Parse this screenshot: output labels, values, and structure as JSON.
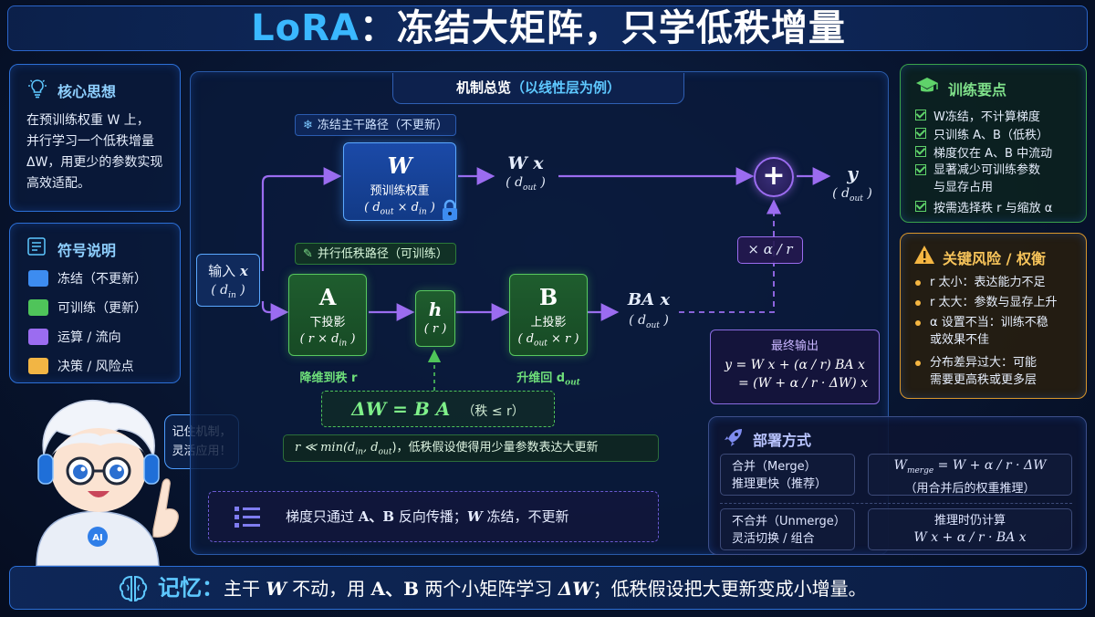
{
  "title": {
    "part1": "LoRA",
    "part2": "：冻结大矩阵，只学低秩增量"
  },
  "core": {
    "title": "核心思想",
    "lines": [
      "在预训练权重 W 上，",
      "并行学习一个低秩增量",
      "ΔW，用更少的参数实现",
      "高效适配。"
    ]
  },
  "legend": {
    "title": "符号说明",
    "items": [
      {
        "label": "冻结（不更新）",
        "color": "#3d8cf0"
      },
      {
        "label": "可训练（更新）",
        "color": "#4fc45a"
      },
      {
        "label": "运算 / 流向",
        "color": "#9b6cf0"
      },
      {
        "label": "决策 / 风险点",
        "color": "#f2b544"
      }
    ]
  },
  "mechanism": {
    "title": "机制总览",
    "subtitle": "（以线性层为例）",
    "frozen_tag": "冻结主干路径（不更新）",
    "lowrank_tag": "并行低秩路径（可训练）",
    "input": {
      "label": "输入",
      "var": "x",
      "dim": "( d",
      "dim_sub": "in",
      "dim_end": " )"
    },
    "W": {
      "name": "W",
      "desc": "预训练权重",
      "dim": "( d",
      "dim_sub1": "out",
      "dim_mid": " × d",
      "dim_sub2": "in",
      "dim_end": " )"
    },
    "Wx": {
      "name": "W x",
      "dim": "( d",
      "dim_sub": "out",
      "dim_end": " )"
    },
    "A": {
      "name": "A",
      "desc": "下投影",
      "dim": "( r × d",
      "dim_sub": "in",
      "dim_end": " )"
    },
    "h": {
      "name": "h",
      "dim": "( r )"
    },
    "B": {
      "name": "B",
      "desc": "上投影",
      "dim": "( d",
      "dim_sub": "out",
      "dim_end": " × r )"
    },
    "BAx": {
      "name": "BA x",
      "dim": "( d",
      "dim_sub": "out",
      "dim_end": " )"
    },
    "plus": "+",
    "y": {
      "name": "y",
      "dim": "( d",
      "dim_sub": "out",
      "dim_end": " )"
    },
    "scale": "× α / r",
    "reduce_caption": "降维到秩 r",
    "raise_caption": "升维回 d",
    "raise_sub": "out",
    "delta_formula": "ΔW = B A",
    "delta_note": "（秩 ≤ r）",
    "lowrank_note_pre": "r ≪ min(d",
    "lowrank_note_sub1": "in",
    "lowrank_note_mid": ", d",
    "lowrank_note_sub2": "out",
    "lowrank_note_post": ")，低秩假设使得用少量参数表达大更新",
    "final_title": "最终输出",
    "final_line1": "y = W x + (α / r) BA x",
    "final_line2": "= (W + α / r · ΔW) x",
    "gradient_note_pre": "梯度只通过 ",
    "gradient_note_ab": "A、B",
    "gradient_note_mid": " 反向传播；",
    "gradient_note_w": "W",
    "gradient_note_post": " 冻结，不更新"
  },
  "training": {
    "title": "训练要点",
    "items": [
      "W冻结，不计算梯度",
      "只训练 A、B（低秩）",
      "梯度仅在 A、B 中流动",
      "显著减少可训练参数",
      "按需选择秩 r 与缩放 α"
    ],
    "item4_cont": "与显存占用"
  },
  "risks": {
    "title": "关键风险 / 权衡",
    "items": [
      [
        "r 太小：表达能力不足"
      ],
      [
        "r 太大：参数与显存上升"
      ],
      [
        "α 设置不当：训练不稳",
        "或效果不佳"
      ],
      [
        "分布差异过大：可能",
        "需要更高秩或更多层"
      ]
    ]
  },
  "deploy": {
    "title": "部署方式",
    "merge_label": "合并（Merge）",
    "merge_desc": "推理更快（推荐）",
    "merge_formula_pre": "W",
    "merge_formula_sub": "merge",
    "merge_formula_post": " = W + α / r · ΔW",
    "merge_formula_note": "（用合并后的权重推理）",
    "unmerge_label": "不合并（Unmerge）",
    "unmerge_desc": "灵活切换 / 组合",
    "unmerge_formula_title": "推理时仍计算",
    "unmerge_formula": "W x + α / r · BA x"
  },
  "mascot": {
    "bubble_line1": "记住机制，",
    "bubble_line2": "灵活应用！",
    "badge": "AI"
  },
  "memory": {
    "label": "记忆：",
    "pre": "主干 ",
    "w": "W",
    "mid1": " 不动，用 ",
    "ab": "A、B",
    "mid2": " 两个小矩阵学习 ",
    "dw": "ΔW",
    "post": "；低秩假设把大更新变成小增量。"
  }
}
